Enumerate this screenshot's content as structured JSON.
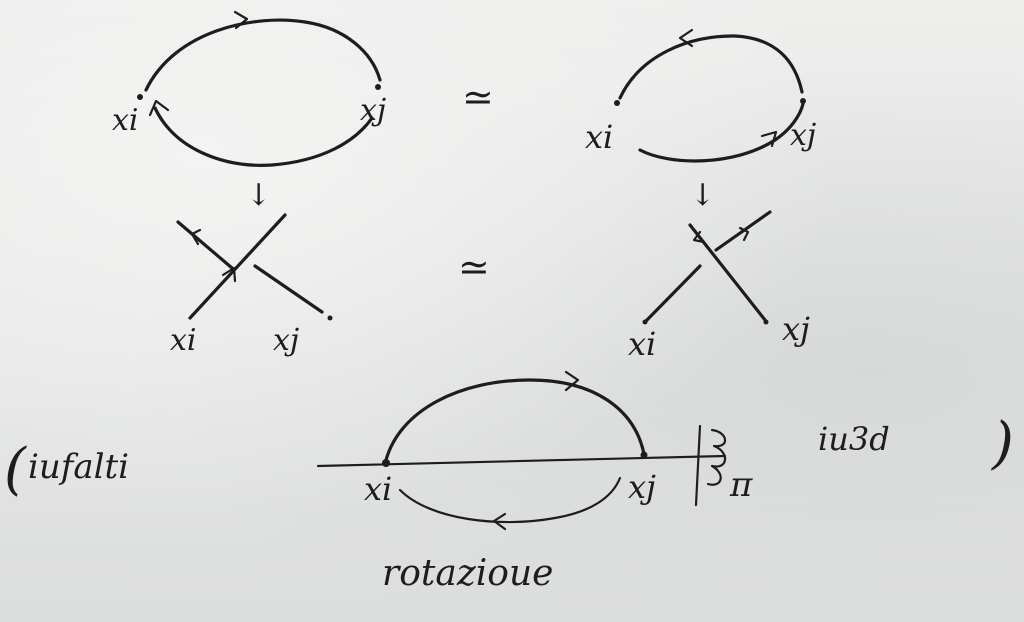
{
  "page": {
    "background": "#e9eaea",
    "ink": "#1d1d1f"
  },
  "diagram": {
    "top_left": {
      "left": "xi",
      "right": "xj"
    },
    "top_equiv": "≃",
    "top_right": {
      "left": "xi",
      "right": "xj"
    },
    "down_arrow": "↓",
    "mid_left": {
      "left": "xi",
      "right": "xj"
    },
    "mid_equiv": "≃",
    "mid_right": {
      "left": "xi",
      "right": "xj"
    },
    "note_open": "(",
    "note_text": "iufalti",
    "note_3d": "iu3d",
    "note_close": ")",
    "bottom": {
      "left": "xi",
      "right": "xj",
      "angle": "π"
    },
    "caption": "rotazioue"
  }
}
